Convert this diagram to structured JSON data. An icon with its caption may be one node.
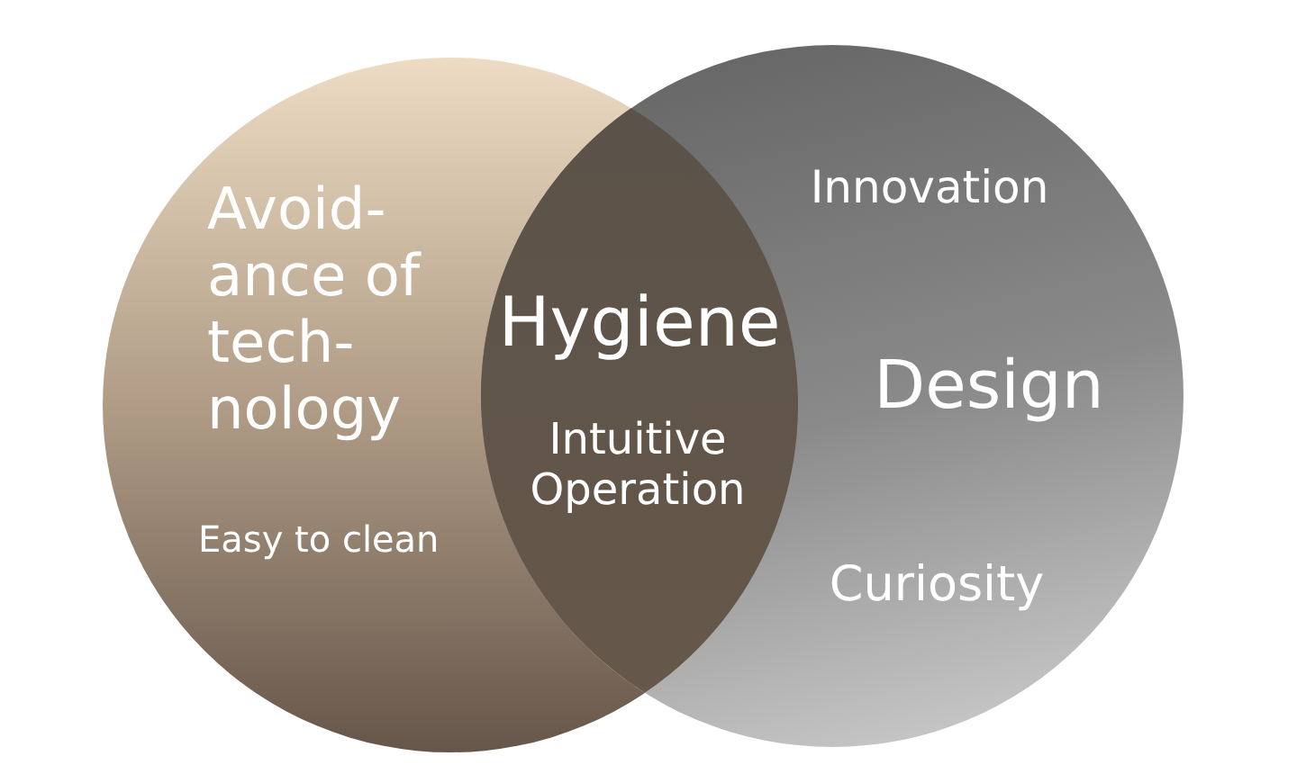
{
  "diagram": {
    "nodes": [
      {
        "text": [
          "Avoid- ance of tech- nology",
          "Easy to clean"
        ]
      },
      {
        "text": [
          "Hygiene",
          "Intuitive Operation"
        ]
      },
      {
        "text": [
          "Innovation",
          "Design",
          "Curiosity"
        ]
      }
    ]
  }
}
